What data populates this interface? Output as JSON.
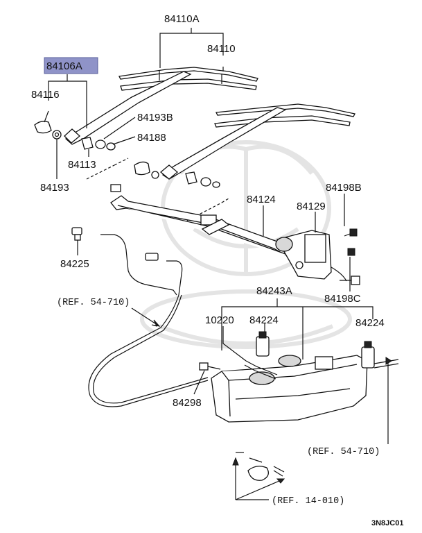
{
  "diagram": {
    "highlight_color": "#8f93c8",
    "labels": {
      "p84110A": "84110A",
      "p84110": "84110",
      "p84106A": "84106A",
      "p84116": "84116",
      "p84193B": "84193B",
      "p84188": "84188",
      "p84113": "84113",
      "p84193": "84193",
      "p84124": "84124",
      "p84129": "84129",
      "p84198B": "84198B",
      "p84198C": "84198C",
      "p84225": "84225",
      "p84243A": "84243A",
      "p10220": "10220",
      "p84224a": "84224",
      "p84224b": "84224",
      "p84298": "84298"
    },
    "refs": {
      "ref_54_710_left": "(REF. 54-710)",
      "ref_54_710_right": "(REF. 54-710)",
      "ref_14_010": "(REF. 14-010)"
    },
    "drawing_code": "3N8JC01"
  }
}
